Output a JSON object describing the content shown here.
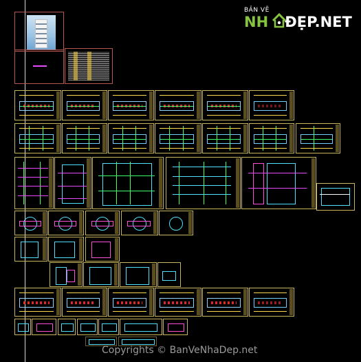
{
  "logo": {
    "top_text": "BẢN VẼ",
    "brand_left": "NH",
    "brand_right": "ĐẸP.NET",
    "icon": "house-icon",
    "colors": {
      "green": "#86c440",
      "white": "#ffffff"
    }
  },
  "watermark": {
    "text": "Copyrights © BanVeNhaDep.net",
    "color": "#9a9a9a"
  },
  "canvas": {
    "background": "#000000",
    "frame_color": "#c9b65a",
    "cover_frame_color": "#b6584f"
  }
}
